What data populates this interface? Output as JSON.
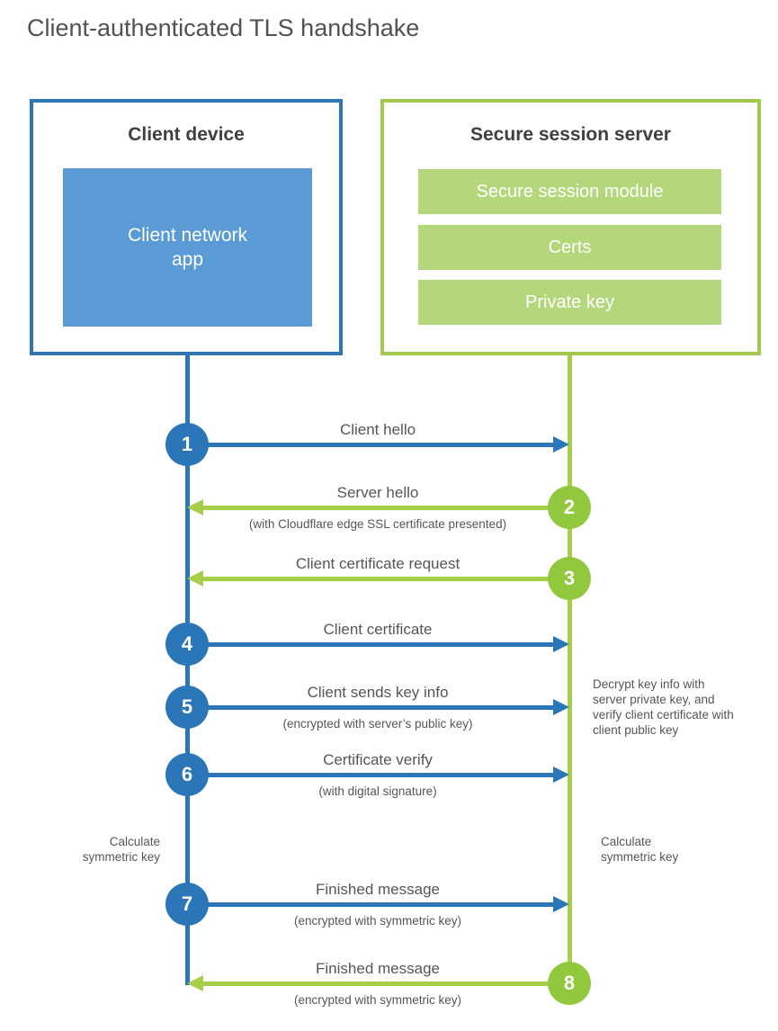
{
  "title": "Client-authenticated TLS handshake",
  "client": {
    "title": "Client device",
    "app_label": "Client network\napp"
  },
  "server": {
    "title": "Secure session server",
    "modules": [
      "Secure session module",
      "Certs",
      "Private key"
    ]
  },
  "steps": [
    {
      "num": "1",
      "label": "Client hello",
      "direction": "client-to-server"
    },
    {
      "num": "2",
      "label": "Server hello",
      "sub": "(with Cloudflare edge SSL certificate presented)",
      "direction": "server-to-client"
    },
    {
      "num": "3",
      "label": "Client certificate request",
      "direction": "server-to-client"
    },
    {
      "num": "4",
      "label": "Client certificate",
      "direction": "client-to-server"
    },
    {
      "num": "5",
      "label": "Client sends key info",
      "sub": "(encrypted with server’s public key)",
      "direction": "client-to-server"
    },
    {
      "num": "6",
      "label": "Certificate verify",
      "sub": "(with digital signature)",
      "direction": "client-to-server"
    },
    {
      "num": "7",
      "label": "Finished message",
      "sub": "(encrypted with symmetric key)",
      "direction": "client-to-server"
    },
    {
      "num": "8",
      "label": "Finished message",
      "sub": "(encrypted with symmetric key)",
      "direction": "server-to-client"
    }
  ],
  "annotations": {
    "decrypt_note": "Decrypt key info with server private key, and verify client certificate with client public key",
    "calculate_left": "Calculate\nsymmetric key",
    "calculate_right": "Calculate\nsymmetric key"
  },
  "colors": {
    "blue_border": "#2e75b6",
    "blue_fill": "#5b9bd5",
    "blue_line": "#2b76b9",
    "green_border": "#a3c84e",
    "green_fill": "#b4d77b",
    "green_line": "#a6ce49",
    "green_circle": "#92c83e",
    "heading_text": "#3f4042",
    "body_text": "#55565a"
  }
}
